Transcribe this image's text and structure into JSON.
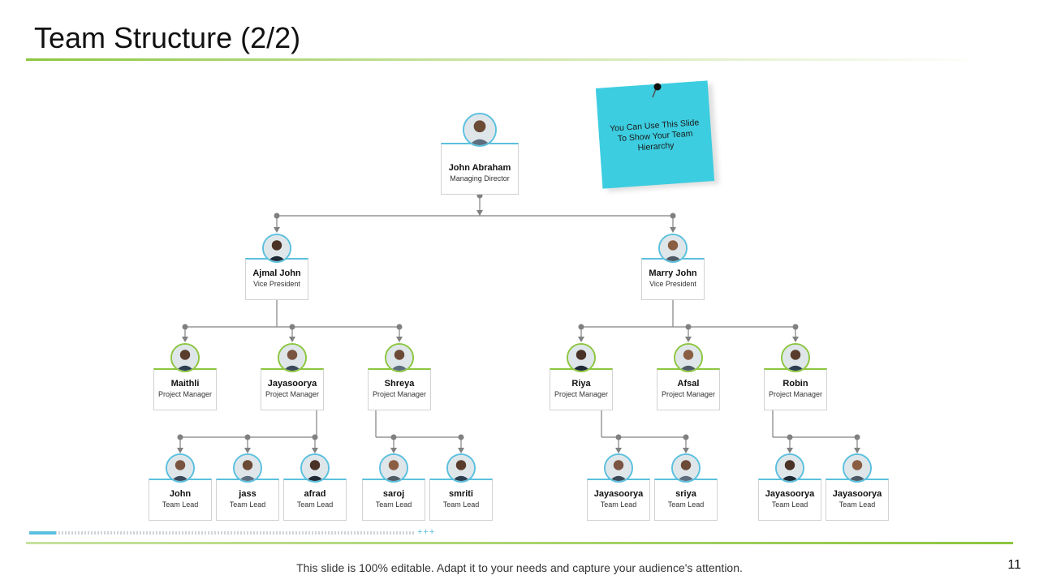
{
  "slide": {
    "title": "Team Structure (2/2)",
    "footer_text": "This slide is 100% editable. Adapt it to your needs and capture your audience's attention.",
    "page_number": "11",
    "progress_fraction": 0.07,
    "progress_suffix": "+++"
  },
  "sticky_note": {
    "text": "You Can Use This Slide To Show Your Team Hierarchy",
    "color": "#3dcde0"
  },
  "colors": {
    "accent_blue": "#5bc0de",
    "accent_green": "#8cc63f",
    "connector": "#808080"
  },
  "org": {
    "director": {
      "name": "John Abraham",
      "role": "Managing Director",
      "photo": "person-photo-icon"
    },
    "vice_presidents": [
      {
        "name": "Ajmal John",
        "role": "Vice President",
        "photo": "person-photo-icon"
      },
      {
        "name": "Marry John",
        "role": "Vice President",
        "photo": "person-photo-icon"
      }
    ],
    "project_managers": [
      {
        "name": "Maithli",
        "role": "Project Manager",
        "photo": "person-photo-icon"
      },
      {
        "name": "Jayasoorya",
        "role": "Project Manager",
        "photo": "person-photo-icon"
      },
      {
        "name": "Shreya",
        "role": "Project Manager",
        "photo": "person-photo-icon"
      },
      {
        "name": "Riya",
        "role": "Project Manager",
        "photo": "person-photo-icon"
      },
      {
        "name": "Afsal",
        "role": "Project Manager",
        "photo": "person-photo-icon"
      },
      {
        "name": "Robin",
        "role": "Project Manager",
        "photo": "person-photo-icon"
      }
    ],
    "team_leads": [
      {
        "name": "John",
        "role": "Team Lead",
        "photo": "person-photo-icon"
      },
      {
        "name": "jass",
        "role": "Team Lead",
        "photo": "person-photo-icon"
      },
      {
        "name": "afrad",
        "role": "Team Lead",
        "photo": "person-photo-icon"
      },
      {
        "name": "saroj",
        "role": "Team Lead",
        "photo": "person-photo-icon"
      },
      {
        "name": "smriti",
        "role": "Team Lead",
        "photo": "person-photo-icon"
      },
      {
        "name": "Jayasoorya",
        "role": "Team Lead",
        "photo": "person-photo-icon"
      },
      {
        "name": "sriya",
        "role": "Team Lead",
        "photo": "person-photo-icon"
      },
      {
        "name": "Jayasoorya",
        "role": "Team Lead",
        "photo": "person-photo-icon"
      },
      {
        "name": "Jayasoorya",
        "role": "Team Lead",
        "photo": "person-photo-icon"
      }
    ]
  }
}
